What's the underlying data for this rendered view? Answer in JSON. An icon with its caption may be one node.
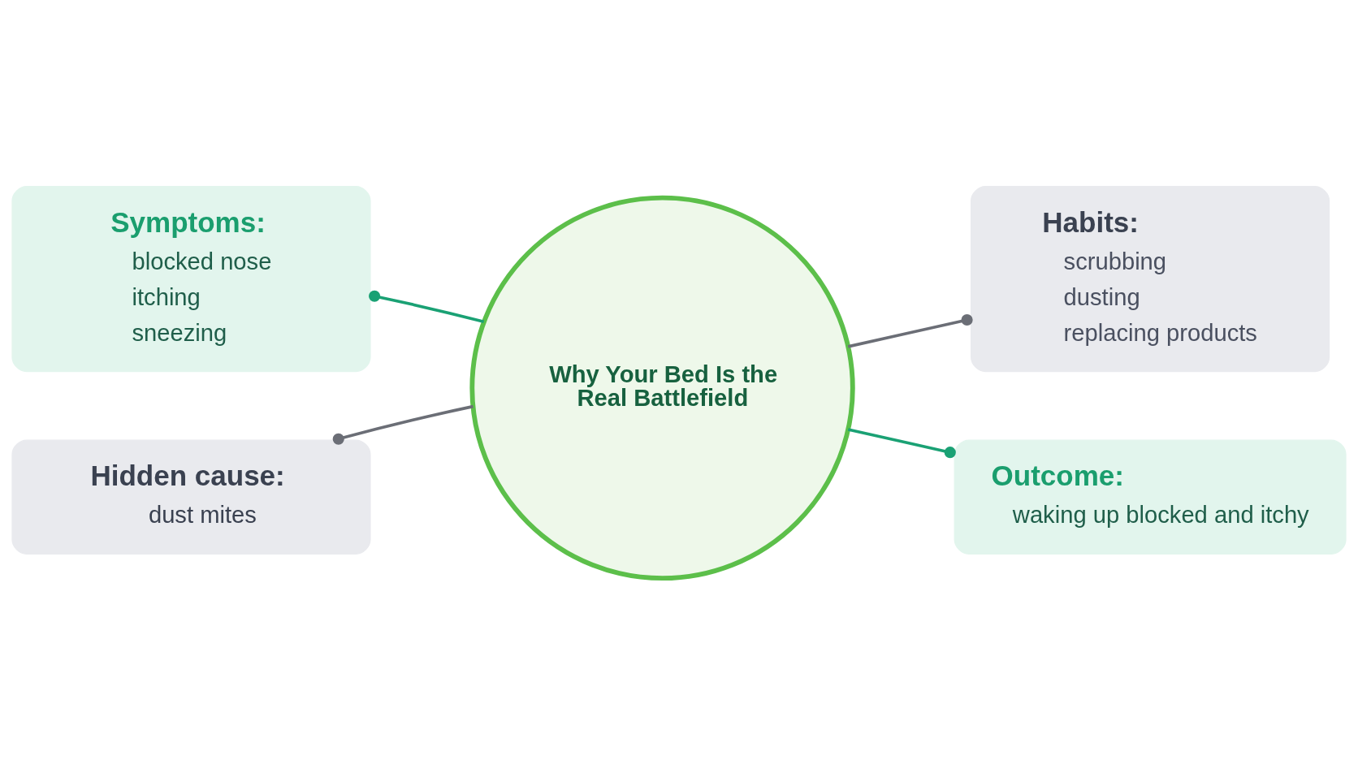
{
  "diagram": {
    "nodes": [
      {
        "text": [
          "Symptoms:",
          "blocked nose",
          "itching",
          "sneezing"
        ]
      },
      {
        "text": [
          "Habits:",
          "scrubbing",
          "dusting",
          "replacing products"
        ]
      },
      {
        "text": [
          "Why Your Bed Is the Real Battlefield"
        ]
      },
      {
        "text": [
          "Hidden cause:",
          "dust mites"
        ]
      },
      {
        "text": [
          "Outcome:",
          "waking up blocked and itchy"
        ]
      }
    ],
    "edges": [
      {
        "from": 2,
        "to": 0,
        "arrow": "other",
        "color": "#1aa174"
      },
      {
        "from": 2,
        "to": 1,
        "arrow": "other",
        "color": "#6b6e76"
      },
      {
        "from": 2,
        "to": 3,
        "arrow": "other",
        "color": "#6b6e76"
      },
      {
        "from": 2,
        "to": 4,
        "arrow": "other",
        "color": "#1aa174"
      }
    ]
  }
}
